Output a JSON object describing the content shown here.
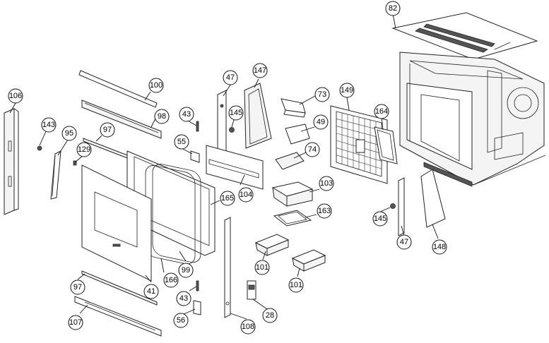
{
  "callouts": [
    "82",
    "100",
    "47",
    "147",
    "73",
    "149",
    "106",
    "98",
    "43",
    "145",
    "164",
    "143",
    "95",
    "97",
    "129",
    "55",
    "49",
    "74",
    "103",
    "165",
    "104",
    "163",
    "145",
    "47",
    "148",
    "101",
    "99",
    "166",
    "101",
    "97",
    "41",
    "43",
    "56",
    "28",
    "107",
    "108"
  ]
}
